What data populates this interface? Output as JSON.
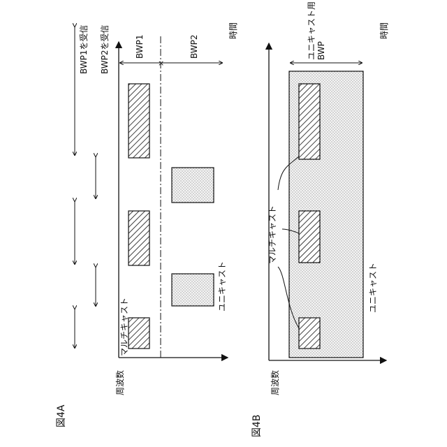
{
  "figure_a": {
    "label": "図4A",
    "axis_time": "時間",
    "axis_freq": "周波数",
    "bwp1": "BWP1",
    "bwp2": "BWP2",
    "recv_bwp1": "BWP1を受信",
    "recv_bwp2": "BWP2を受信",
    "multicast": "マルチキャスト",
    "unicast": "ユニキャスト"
  },
  "figure_b": {
    "label": "図4B",
    "axis_time": "時間",
    "axis_freq": "周波数",
    "unicast_bwp_line1": "ユニキャスト用",
    "unicast_bwp_line2": "BWP",
    "multicast": "マルチキャスト",
    "unicast": "ユニキャスト"
  }
}
